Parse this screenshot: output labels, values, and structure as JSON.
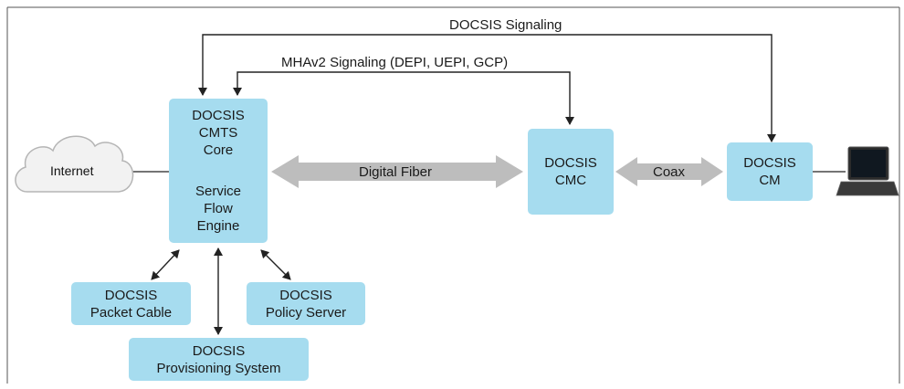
{
  "signals": {
    "docsis_signaling": "DOCSIS Signaling",
    "mhav2_signaling": "MHAv2 Signaling (DEPI, UEPI, GCP)"
  },
  "links": {
    "digital_fiber": "Digital Fiber",
    "coax": "Coax"
  },
  "internet": "Internet",
  "boxes": {
    "cmts_core": [
      "DOCSIS",
      "CMTS",
      "Core"
    ],
    "service_flow": [
      "Service",
      "Flow",
      "Engine"
    ],
    "cmc": [
      "DOCSIS",
      "CMC"
    ],
    "cm": [
      "DOCSIS",
      "CM"
    ],
    "packet_cable": [
      "DOCSIS",
      "Packet Cable"
    ],
    "policy_server": [
      "DOCSIS",
      "Policy Server"
    ],
    "provisioning": [
      "DOCSIS",
      "Provisioning System"
    ]
  },
  "colors": {
    "box_fill": "#a6dcef",
    "fat_arrow": "#bdbdbd",
    "line": "#222222",
    "frame": "#555555"
  },
  "icons": [
    "cloud-icon",
    "laptop-icon"
  ]
}
